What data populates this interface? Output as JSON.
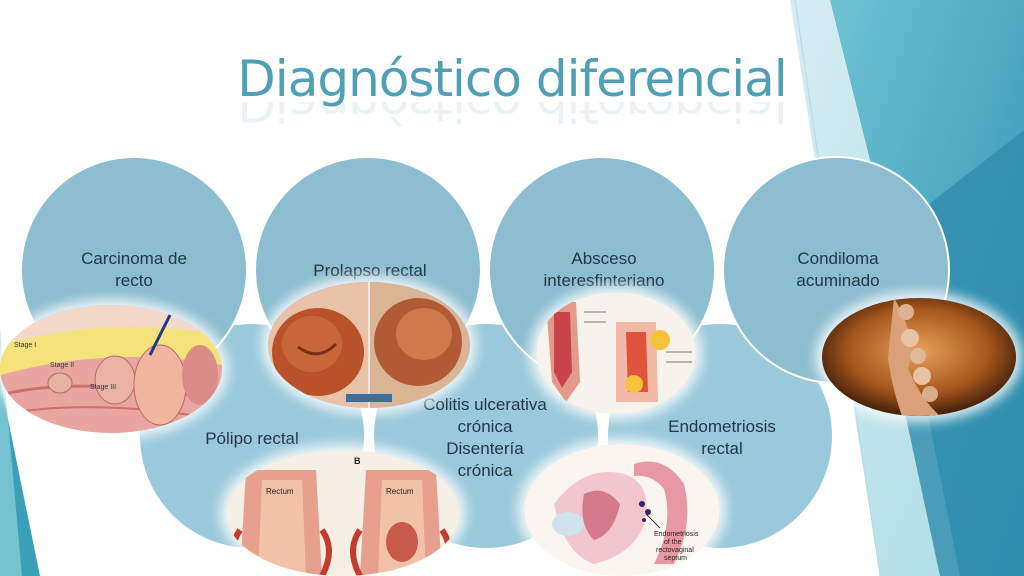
{
  "slide": {
    "title": "Diagnóstico diferencial"
  },
  "diagnoses": {
    "carcinoma": {
      "line1": "Carcinoma de",
      "line2": "recto"
    },
    "prolapso": {
      "line1": "Prolapso rectal"
    },
    "absceso": {
      "line1": "Absceso",
      "line2": "interesfinteriano"
    },
    "condiloma": {
      "line1": "Condiloma",
      "line2": "acuminado"
    },
    "polipo": {
      "line1": "Pólipo rectal"
    },
    "colitis": {
      "line1": "Colitis ulcerativa",
      "line2": "crónica",
      "line3": "Disentería",
      "line4": "crónica"
    },
    "endometriosis": {
      "line1": "Endometriosis",
      "line2": "rectal"
    }
  },
  "illustration_labels": {
    "carcinoma_stage1": "Stage I",
    "carcinoma_stage2": "Stage II",
    "carcinoma_stage3": "Stage III",
    "polipo_rectum_a": "Rectum",
    "polipo_rectum_b": "Rectum",
    "polipo_panel_b": "B",
    "endometriosis_caption_1": "Endometriosis",
    "endometriosis_caption_2": "of the",
    "endometriosis_caption_3": "rectovaginal",
    "endometriosis_caption_4": "septum"
  },
  "colors": {
    "circle_top": "#8cbdd0",
    "circle_bottom": "#9ac9db",
    "title": "#4f9fb7",
    "accent_teal": "#3aa0b8"
  }
}
